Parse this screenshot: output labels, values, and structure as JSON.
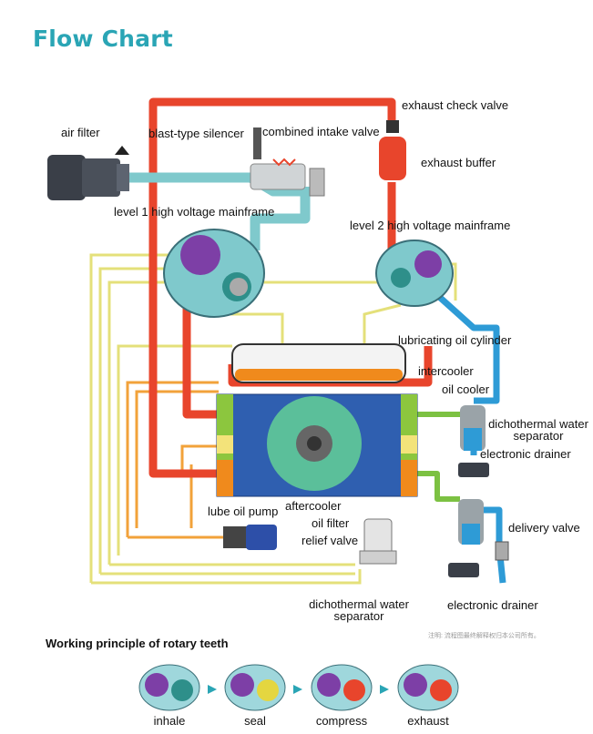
{
  "title": "Flow Chart",
  "labels": {
    "air_filter": "air filter",
    "blast_silencer": "blast-type silencer",
    "combined_intake_valve": "combined intake valve",
    "exhaust_check_valve": "exhaust check valve",
    "exhaust_buffer": "exhaust buffer",
    "level1": "level 1 high voltage mainframe",
    "level2": "level 2 high voltage mainframe",
    "lubricating_oil_cylinder": "lubricating oil cylinder",
    "intercooler": "intercooler",
    "oil_cooler": "oil cooler",
    "dichothermal_separator_1_line1": "dichothermal water",
    "dichothermal_separator_1_line2": "separator",
    "electronic_drainer_1": "electronic drainer",
    "lube_oil_pump": "lube oil pump",
    "aftercooler": "aftercooler",
    "oil_filter": "oil filter",
    "relief_valve": "relief valve",
    "delivery_valve": "delivery valve",
    "dichothermal_separator_2_line1": "dichothermal water",
    "dichothermal_separator_2_line2": "separator",
    "electronic_drainer_2": "electronic drainer"
  },
  "working_principle": {
    "title": "Working principle of rotary teeth",
    "note": "注明: 流程图最终解释权归本公司所有。",
    "steps": [
      "inhale",
      "seal",
      "compress",
      "exhaust"
    ]
  },
  "colors": {
    "title": "#2aa5b5",
    "hot_pipe": "#e8452c",
    "intake_pipe": "#7fc9cc",
    "water_pipe": "#2e9bd6",
    "oil_line": "#e6e27a",
    "orange_line": "#f2a23a",
    "green_pipe": "#7cc142",
    "cooler_blue": "#2f5fb0"
  }
}
